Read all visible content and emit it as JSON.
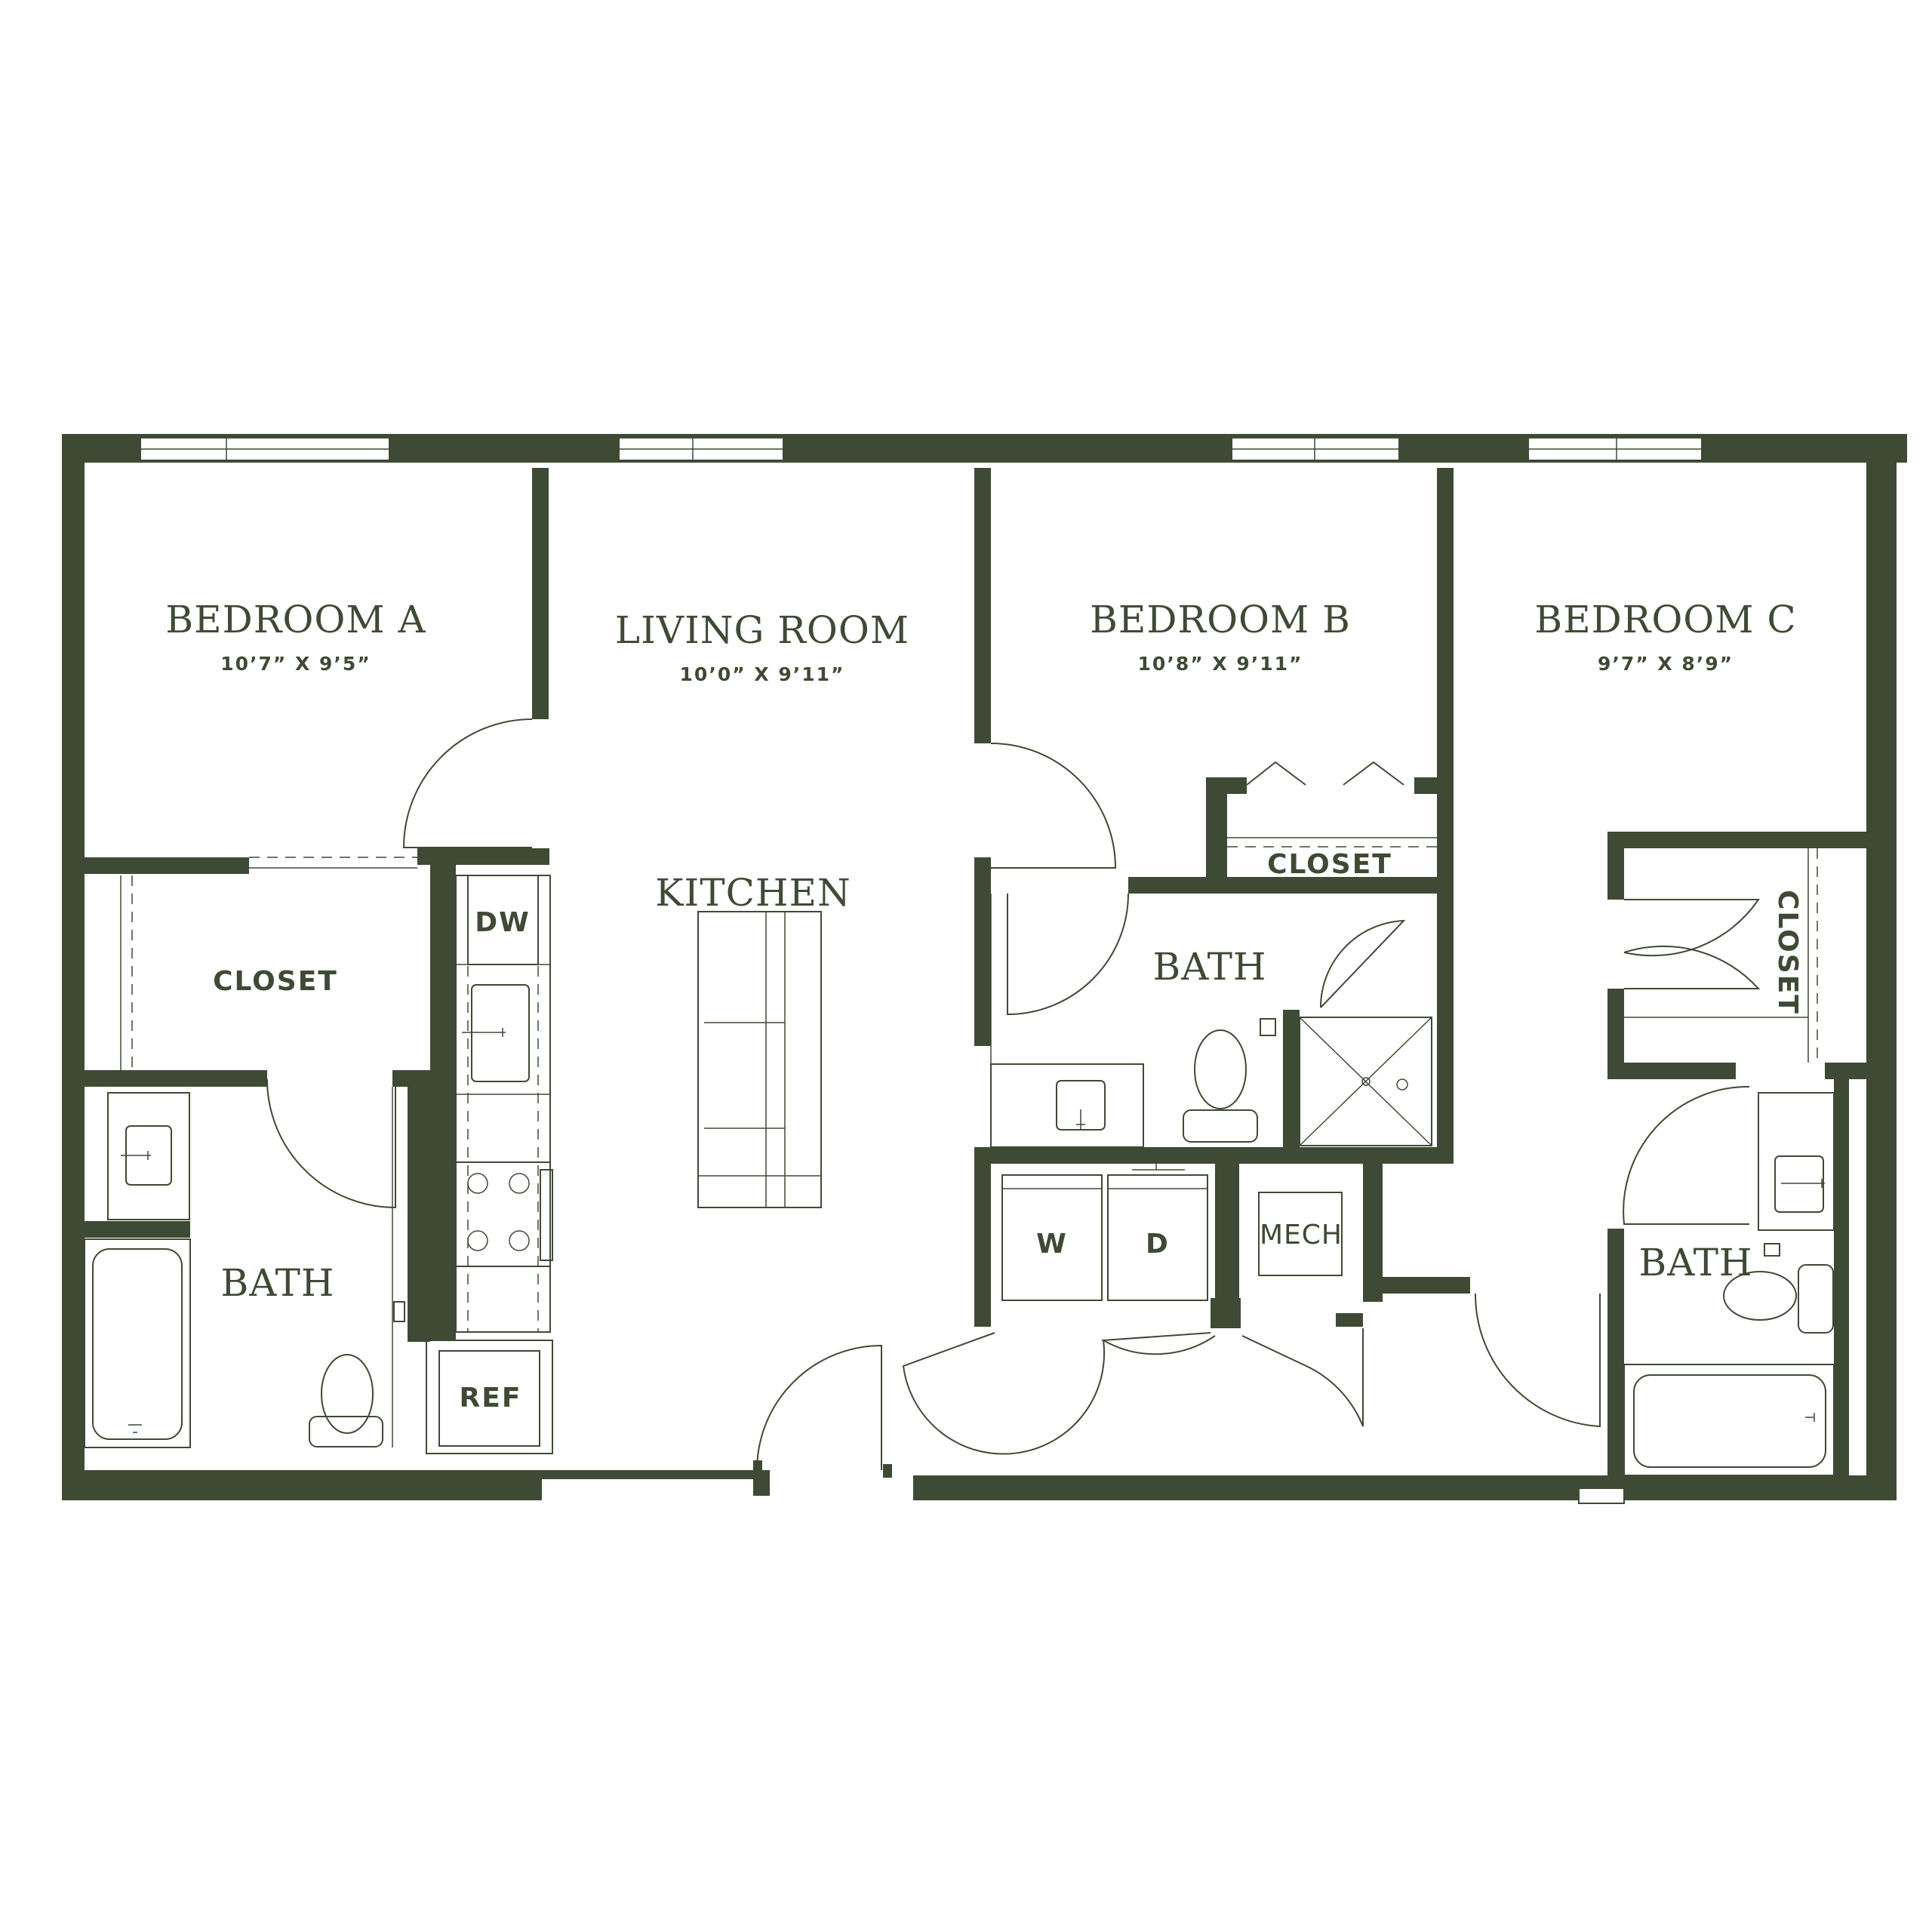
{
  "colors": {
    "wall": "#3f4a34",
    "background": "#ffffff"
  },
  "rooms": {
    "bedroom_a": {
      "name": "BEDROOM A",
      "dimensions": "10’7” X 9’5”"
    },
    "living_room": {
      "name": "LIVING ROOM",
      "dimensions": "10’0” X 9’11”"
    },
    "bedroom_b": {
      "name": "BEDROOM B",
      "dimensions": "10’8” X 9’11”"
    },
    "bedroom_c": {
      "name": "BEDROOM C",
      "dimensions": "9’7” X 8’9”"
    },
    "kitchen": {
      "name": "KITCHEN"
    },
    "closet_a": {
      "name": "CLOSET"
    },
    "closet_b": {
      "name": "CLOSET"
    },
    "closet_c": {
      "name": "CLOSET"
    },
    "bath_a": {
      "name": "BATH"
    },
    "bath_b": {
      "name": "BATH"
    },
    "bath_c": {
      "name": "BATH"
    }
  },
  "appliances": {
    "dishwasher": "DW",
    "refrigerator": "REF",
    "washer": "W",
    "dryer": "D",
    "mechanical": "MECH"
  }
}
